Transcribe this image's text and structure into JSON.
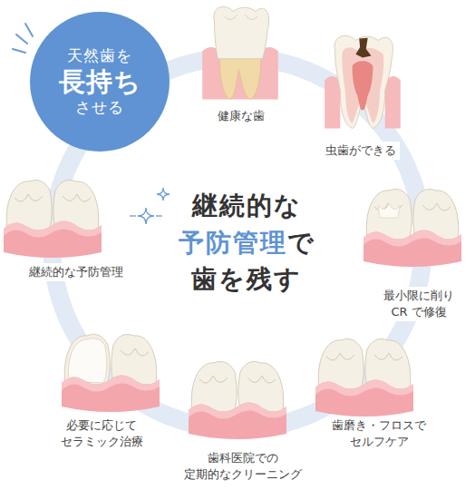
{
  "diagram": {
    "title": "継続的な 予防管理で 歯を残す",
    "nodes": [
      {
        "text": [
          "天然歯を 長持ち させる"
        ]
      }
    ],
    "labels": [
      "健康な歯",
      "虫歯ができる",
      "最小限に削り CR で修復",
      "歯磨き・フロスで セルフケア",
      "歯科医院での 定期的なクリーニング",
      "必要に応じて セラミック治療",
      "継続的な予防管理"
    ]
  }
}
